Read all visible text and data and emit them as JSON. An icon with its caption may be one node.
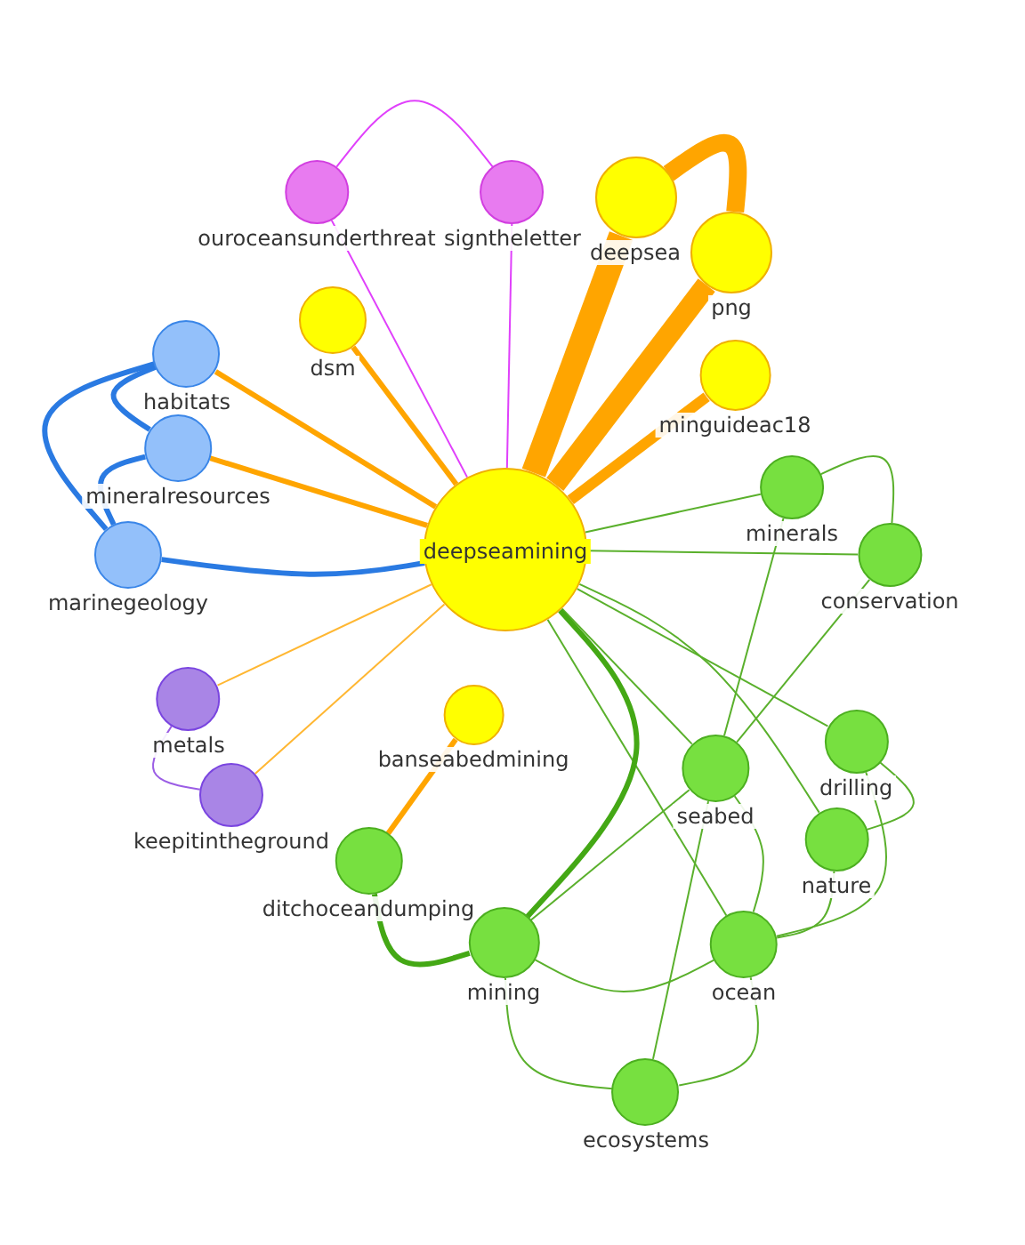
{
  "diagram": {
    "nodes": [
      {
        "text": [
          "deepseamining"
        ]
      },
      {
        "text": [
          "ouroceansunderthreat"
        ]
      },
      {
        "text": [
          "signtheletter"
        ]
      },
      {
        "text": [
          "deepsea"
        ]
      },
      {
        "text": [
          "png"
        ]
      },
      {
        "text": [
          "dsm"
        ]
      },
      {
        "text": [
          "minguideac18"
        ]
      },
      {
        "text": [
          "habitats"
        ]
      },
      {
        "text": [
          "mineralresources"
        ]
      },
      {
        "text": [
          "marinegeology"
        ]
      },
      {
        "text": [
          "minerals"
        ]
      },
      {
        "text": [
          "conservation"
        ]
      },
      {
        "text": [
          "banseabedmining"
        ]
      },
      {
        "text": [
          "metals"
        ]
      },
      {
        "text": [
          "keepitintheground"
        ]
      },
      {
        "text": [
          "drilling"
        ]
      },
      {
        "text": [
          "seabed"
        ]
      },
      {
        "text": [
          "nature"
        ]
      },
      {
        "text": [
          "ditchoceandumping"
        ]
      },
      {
        "text": [
          "mining"
        ]
      },
      {
        "text": [
          "ocean"
        ]
      },
      {
        "text": [
          "ecosystems"
        ]
      }
    ],
    "edges": [
      {
        "from": 0,
        "to": 1,
        "arrow": "none",
        "color": "#e040fb"
      },
      {
        "from": 0,
        "to": 2,
        "arrow": "none",
        "color": "#e040fb"
      },
      {
        "from": 1,
        "to": 2,
        "arrow": "none",
        "color": "#e040fb"
      },
      {
        "from": 0,
        "to": 3,
        "arrow": "none",
        "style": "thick",
        "color": "#ffa500"
      },
      {
        "from": 0,
        "to": 4,
        "arrow": "none",
        "style": "thick",
        "color": "#ffa500"
      },
      {
        "from": 3,
        "to": 4,
        "arrow": "none",
        "style": "thick",
        "color": "#ffa500"
      },
      {
        "from": 0,
        "to": 5,
        "arrow": "none",
        "style": "thick",
        "color": "#ffa500"
      },
      {
        "from": 0,
        "to": 6,
        "arrow": "none",
        "style": "thick",
        "color": "#ffa500"
      },
      {
        "from": 0,
        "to": 7,
        "arrow": "none",
        "style": "thick",
        "color": "#ffa500"
      },
      {
        "from": 0,
        "to": 8,
        "arrow": "none",
        "style": "thick",
        "color": "#ffa500"
      },
      {
        "from": 0,
        "to": 9,
        "arrow": "none",
        "style": "thick",
        "color": "#2a7ae2"
      },
      {
        "from": 7,
        "to": 8,
        "arrow": "none",
        "style": "thick",
        "color": "#2a7ae2"
      },
      {
        "from": 7,
        "to": 9,
        "arrow": "none",
        "style": "thick",
        "color": "#2a7ae2"
      },
      {
        "from": 8,
        "to": 9,
        "arrow": "none",
        "style": "thick",
        "color": "#2a7ae2"
      },
      {
        "from": 12,
        "to": 18,
        "arrow": "none",
        "style": "thick",
        "color": "#ffa500"
      },
      {
        "from": 0,
        "to": 13,
        "arrow": "none",
        "color": "#ffb732"
      },
      {
        "from": 0,
        "to": 14,
        "arrow": "none",
        "color": "#ffb732"
      },
      {
        "from": 13,
        "to": 14,
        "arrow": "none",
        "color": "#9b5de5"
      },
      {
        "from": 0,
        "to": 10,
        "arrow": "none"
      },
      {
        "from": 0,
        "to": 11,
        "arrow": "none"
      },
      {
        "from": 10,
        "to": 11,
        "arrow": "none"
      },
      {
        "from": 0,
        "to": 15,
        "arrow": "none"
      },
      {
        "from": 0,
        "to": 16,
        "arrow": "none"
      },
      {
        "from": 0,
        "to": 17,
        "arrow": "none"
      },
      {
        "from": 0,
        "to": 20,
        "arrow": "none"
      },
      {
        "from": 0,
        "to": 19,
        "arrow": "none",
        "style": "thick",
        "color": "#44a815"
      },
      {
        "from": 18,
        "to": 19,
        "arrow": "none",
        "style": "thick",
        "color": "#44a815"
      },
      {
        "from": 10,
        "to": 16,
        "arrow": "none"
      },
      {
        "from": 11,
        "to": 16,
        "arrow": "none"
      },
      {
        "from": 15,
        "to": 17,
        "arrow": "none"
      },
      {
        "from": 16,
        "to": 19,
        "arrow": "none"
      },
      {
        "from": 16,
        "to": 20,
        "arrow": "none"
      },
      {
        "from": 16,
        "to": 21,
        "arrow": "none"
      },
      {
        "from": 17,
        "to": 20,
        "arrow": "none"
      },
      {
        "from": 15,
        "to": 20,
        "arrow": "none"
      },
      {
        "from": 19,
        "to": 20,
        "arrow": "none"
      },
      {
        "from": 19,
        "to": 21,
        "arrow": "none"
      },
      {
        "from": 20,
        "to": 21,
        "arrow": "none"
      }
    ]
  }
}
